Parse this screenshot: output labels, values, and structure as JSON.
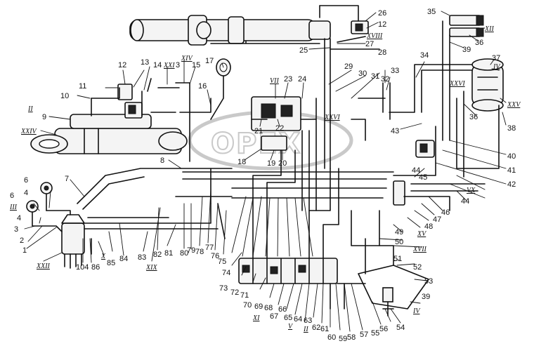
{
  "watermark": "OPEX",
  "labels": [
    {
      "t": "26"
    },
    {
      "t": "12"
    },
    {
      "t": "XVIII"
    },
    {
      "t": "27"
    },
    {
      "t": "25"
    },
    {
      "t": "28"
    },
    {
      "t": "35"
    },
    {
      "t": "XII"
    },
    {
      "t": "36"
    },
    {
      "t": "39"
    },
    {
      "t": "37"
    },
    {
      "t": "IV"
    },
    {
      "t": "34"
    },
    {
      "t": "XXVI"
    },
    {
      "t": "XXV"
    },
    {
      "t": "36"
    },
    {
      "t": "38"
    },
    {
      "t": "29"
    },
    {
      "t": "30"
    },
    {
      "t": "31"
    },
    {
      "t": "33"
    },
    {
      "t": "32"
    },
    {
      "t": "XXVI"
    },
    {
      "t": "VII"
    },
    {
      "t": "23"
    },
    {
      "t": "24"
    },
    {
      "t": "22"
    },
    {
      "t": "21"
    },
    {
      "t": "18"
    },
    {
      "t": "19"
    },
    {
      "t": "20"
    },
    {
      "t": "43"
    },
    {
      "t": "40"
    },
    {
      "t": "41"
    },
    {
      "t": "42"
    },
    {
      "t": "12"
    },
    {
      "t": "13"
    },
    {
      "t": "14"
    },
    {
      "t": "XXI"
    },
    {
      "t": "XIV"
    },
    {
      "t": "3"
    },
    {
      "t": "15"
    },
    {
      "t": "17"
    },
    {
      "t": "16"
    },
    {
      "t": "11"
    },
    {
      "t": "10"
    },
    {
      "t": "II"
    },
    {
      "t": "9"
    },
    {
      "t": "XXIV"
    },
    {
      "t": "8"
    },
    {
      "t": "6"
    },
    {
      "t": "7"
    },
    {
      "t": "4"
    },
    {
      "t": "6"
    },
    {
      "t": "III"
    },
    {
      "t": "4"
    },
    {
      "t": "3"
    },
    {
      "t": "2"
    },
    {
      "t": "1"
    },
    {
      "t": "XXII"
    },
    {
      "t": "104"
    },
    {
      "t": "86"
    },
    {
      "t": "X"
    },
    {
      "t": "85"
    },
    {
      "t": "84"
    },
    {
      "t": "83"
    },
    {
      "t": "XIX"
    },
    {
      "t": "82"
    },
    {
      "t": "81"
    },
    {
      "t": "80"
    },
    {
      "t": "79"
    },
    {
      "t": "78"
    },
    {
      "t": "77"
    },
    {
      "t": "76"
    },
    {
      "t": "75"
    },
    {
      "t": "74"
    },
    {
      "t": "73"
    },
    {
      "t": "72"
    },
    {
      "t": "71"
    },
    {
      "t": "70"
    },
    {
      "t": "69"
    },
    {
      "t": "XI"
    },
    {
      "t": "68"
    },
    {
      "t": "67"
    },
    {
      "t": "66"
    },
    {
      "t": "65"
    },
    {
      "t": "V"
    },
    {
      "t": "64"
    },
    {
      "t": "63"
    },
    {
      "t": "II"
    },
    {
      "t": "62"
    },
    {
      "t": "61"
    },
    {
      "t": "60"
    },
    {
      "t": "59"
    },
    {
      "t": "58"
    },
    {
      "t": "57"
    },
    {
      "t": "56"
    },
    {
      "t": "55"
    },
    {
      "t": "54"
    },
    {
      "t": "IV"
    },
    {
      "t": "39"
    },
    {
      "t": "53"
    },
    {
      "t": "52"
    },
    {
      "t": "51"
    },
    {
      "t": "XVII"
    },
    {
      "t": "50"
    },
    {
      "t": "49"
    },
    {
      "t": "XV"
    },
    {
      "t": "48"
    },
    {
      "t": "47"
    },
    {
      "t": "46"
    },
    {
      "t": "44"
    },
    {
      "t": "VX"
    },
    {
      "t": "44"
    },
    {
      "t": "45"
    }
  ]
}
